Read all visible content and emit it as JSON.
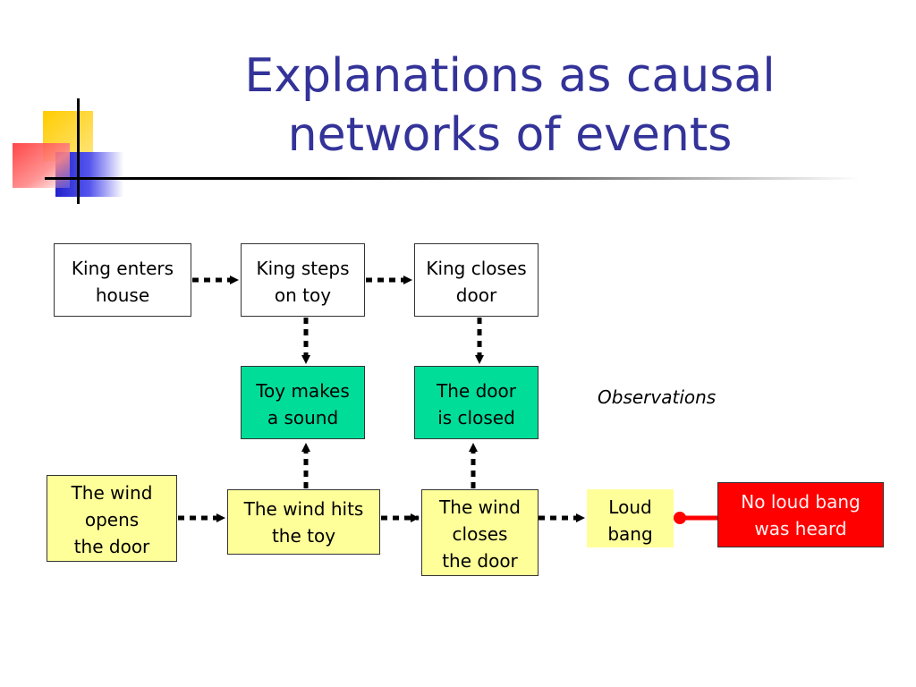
{
  "title": {
    "line1": "Explanations as causal",
    "line2": "networks of events"
  },
  "annotation": "Observations",
  "colors": {
    "title": "#333399",
    "event_box": "#ffffff",
    "observation_box": "#00dd99",
    "explanation_box": "#ffff99",
    "contradiction_box": "#ff0000",
    "inhibit_link": "#ff0000"
  },
  "nodes": {
    "king_enters": {
      "lines": [
        "King enters",
        "house"
      ]
    },
    "king_steps": {
      "lines": [
        "King steps",
        "on toy"
      ]
    },
    "king_closes": {
      "lines": [
        "King closes",
        "door"
      ]
    },
    "toy_sound": {
      "lines": [
        "Toy makes",
        "a sound"
      ]
    },
    "door_closed": {
      "lines": [
        "The door",
        "is closed"
      ]
    },
    "wind_opens": {
      "lines": [
        "The wind",
        "opens",
        "the door"
      ]
    },
    "wind_hits": {
      "lines": [
        "The wind hits",
        "the toy"
      ]
    },
    "wind_closes": {
      "lines": [
        "The wind",
        "closes",
        "the door"
      ]
    },
    "loud_bang": {
      "lines": [
        "Loud",
        "bang"
      ]
    },
    "no_bang": {
      "lines": [
        "No loud bang",
        "was heard"
      ]
    }
  },
  "edges": [
    {
      "from": "king_enters",
      "to": "king_steps",
      "style": "dotted-arrow"
    },
    {
      "from": "king_steps",
      "to": "king_closes",
      "style": "dotted-arrow"
    },
    {
      "from": "king_steps",
      "to": "toy_sound",
      "style": "dotted-arrow"
    },
    {
      "from": "king_closes",
      "to": "door_closed",
      "style": "dotted-arrow"
    },
    {
      "from": "wind_opens",
      "to": "wind_hits",
      "style": "dotted-arrow"
    },
    {
      "from": "wind_hits",
      "to": "wind_closes",
      "style": "dotted-arrow"
    },
    {
      "from": "wind_closes",
      "to": "loud_bang",
      "style": "dotted-arrow"
    },
    {
      "from": "wind_hits",
      "to": "toy_sound",
      "style": "dotted-arrow"
    },
    {
      "from": "wind_closes",
      "to": "door_closed",
      "style": "dotted-arrow"
    },
    {
      "from": "loud_bang",
      "to": "no_bang",
      "style": "inhibit"
    }
  ]
}
